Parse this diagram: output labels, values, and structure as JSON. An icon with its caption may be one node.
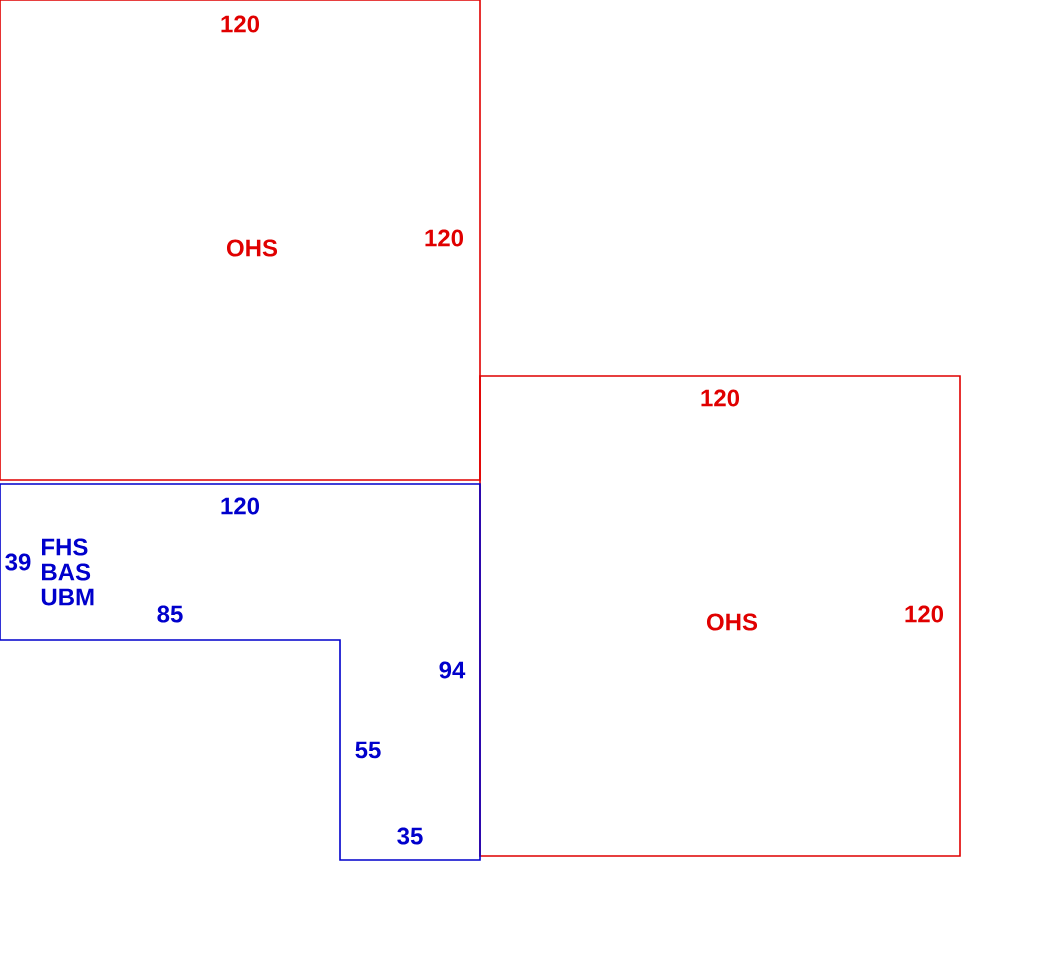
{
  "diagram": {
    "nodes": [
      {
        "text": [
          "OHS"
        ]
      },
      {
        "text": [
          "OHS"
        ]
      },
      {
        "text": [
          "FHS BAS UBM"
        ]
      }
    ],
    "labels": [
      "120",
      "120",
      "120",
      "120",
      "39",
      "85",
      "120",
      "94",
      "55",
      "35"
    ]
  }
}
